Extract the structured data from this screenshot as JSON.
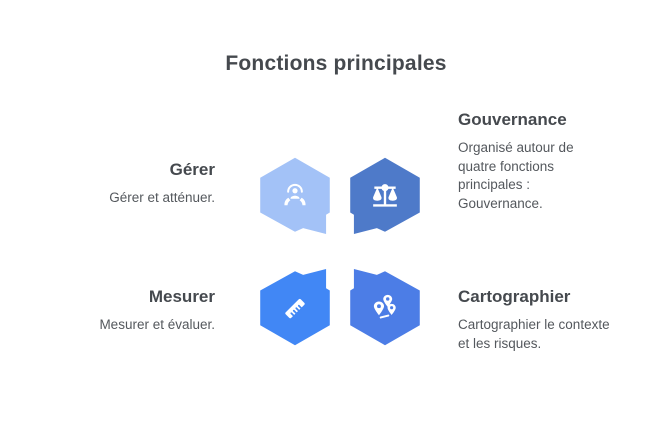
{
  "title": "Fonctions principales",
  "colors": {
    "heading_text": "#45494e",
    "body_text": "#54585d",
    "icon_fill": "#ffffff"
  },
  "items": [
    {
      "id": "gerer",
      "heading": "Gérer",
      "description": "Gérer et atténuer.",
      "icon": "care-hands-icon",
      "hex_color": "#a3c2f7"
    },
    {
      "id": "gouvernance",
      "heading": "Gouvernance",
      "description": "Organisé autour de quatre fonctions principales : Gouvernance.",
      "icon": "balance-scale-icon",
      "hex_color": "#4e7ac9"
    },
    {
      "id": "mesurer",
      "heading": "Mesurer",
      "description": "Mesurer et évaluer.",
      "icon": "ruler-icon",
      "hex_color": "#4187f5"
    },
    {
      "id": "cartographier",
      "heading": "Cartographier",
      "description": "Cartographier le contexte et les risques.",
      "icon": "map-pins-icon",
      "hex_color": "#4c7de6"
    }
  ]
}
